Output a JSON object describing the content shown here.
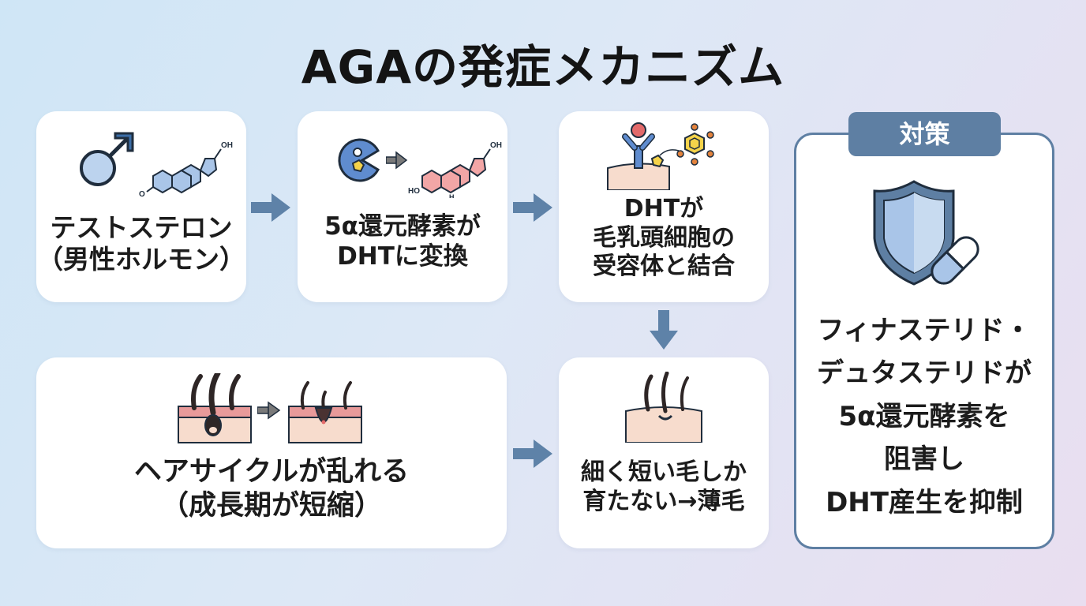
{
  "title": "AGAの発症メカニズム",
  "steps": [
    {
      "lines": [
        "テストステロン",
        "（男性ホルモン）"
      ]
    },
    {
      "lines": [
        "5α還元酵素が",
        "DHTに変換"
      ]
    },
    {
      "lines": [
        "DHTが",
        "毛乳頭細胞の",
        "受容体と結合"
      ]
    },
    {
      "lines": [
        "細く短い毛しか",
        "育たない→薄毛"
      ]
    },
    {
      "lines": [
        "ヘアサイクルが乱れる",
        "（成長期が短縮）"
      ]
    }
  ],
  "molecule_labels": {
    "oh": "OH",
    "ho": "HO",
    "h": "H",
    "o": "O"
  },
  "countermeasure": {
    "badge": "対策",
    "lines": [
      "フィナステリド・",
      "デュタステリドが",
      "5α還元酵素を",
      "阻害し",
      "DHT産生を抑制"
    ]
  },
  "colors": {
    "accent": "#5e7fa3",
    "arrow": "#5e82a8",
    "steroid_blue": "#a9c5e8",
    "steroid_pink": "#f2a6a6",
    "skin": "#f7dccd",
    "hair": "#2e2626"
  },
  "icons": [
    "male-symbol-icon",
    "enzyme-icon",
    "receptor-icon",
    "hair-follicle-icon",
    "shield-icon",
    "capsule-icon"
  ]
}
